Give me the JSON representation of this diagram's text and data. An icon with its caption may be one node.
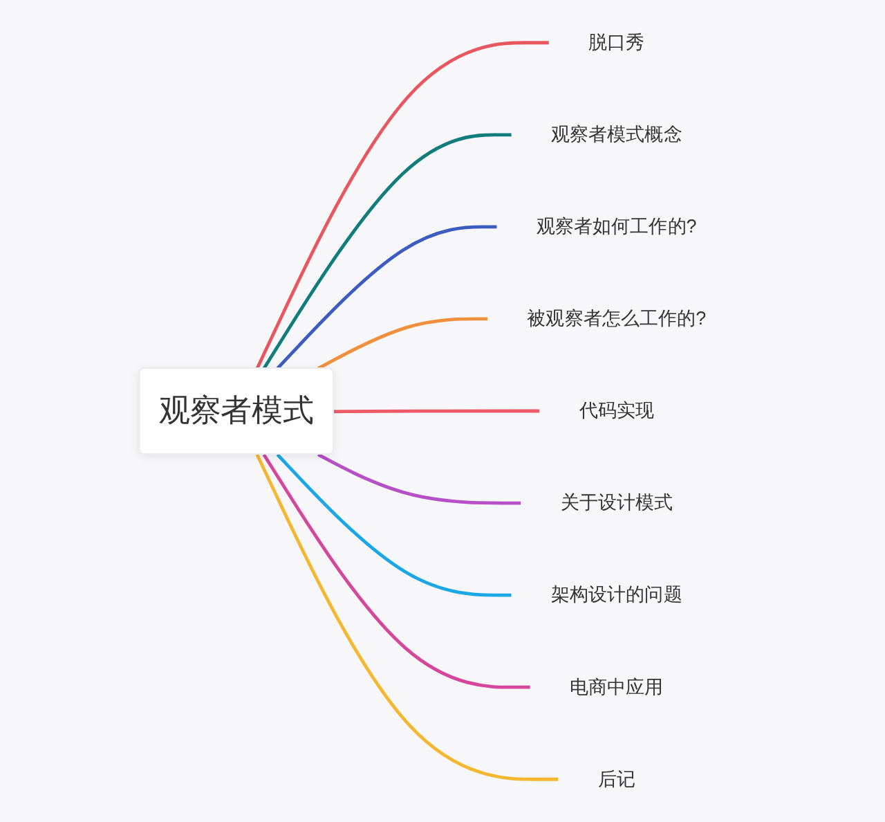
{
  "diagram": {
    "nodes": [
      {
        "text": [
          "观察者模式"
        ]
      },
      {
        "text": [
          "脱口秀"
        ]
      },
      {
        "text": [
          "观察者模式概念"
        ]
      },
      {
        "text": [
          "观察者如何工作的?"
        ]
      },
      {
        "text": [
          "被观察者怎么工作的?"
        ]
      },
      {
        "text": [
          "代码实现"
        ]
      },
      {
        "text": [
          "关于设计模式"
        ]
      },
      {
        "text": [
          "架构设计的问题"
        ]
      },
      {
        "text": [
          "电商中应用"
        ]
      },
      {
        "text": [
          "后记"
        ]
      }
    ],
    "edges": [
      {
        "from": 0,
        "to": 1,
        "arrow": "none",
        "color": "#e8575f"
      },
      {
        "from": 0,
        "to": 2,
        "arrow": "none",
        "color": "#117d7a"
      },
      {
        "from": 0,
        "to": 3,
        "arrow": "none",
        "color": "#3c5cc0"
      },
      {
        "from": 0,
        "to": 4,
        "arrow": "none",
        "color": "#f08f3c"
      },
      {
        "from": 0,
        "to": 5,
        "arrow": "none",
        "color": "#ee5a67"
      },
      {
        "from": 0,
        "to": 6,
        "arrow": "none",
        "color": "#b550c6"
      },
      {
        "from": 0,
        "to": 7,
        "arrow": "none",
        "color": "#1ba6e6"
      },
      {
        "from": 0,
        "to": 8,
        "arrow": "none",
        "color": "#d5479b"
      },
      {
        "from": 0,
        "to": 9,
        "arrow": "none",
        "color": "#f4b731"
      }
    ]
  }
}
